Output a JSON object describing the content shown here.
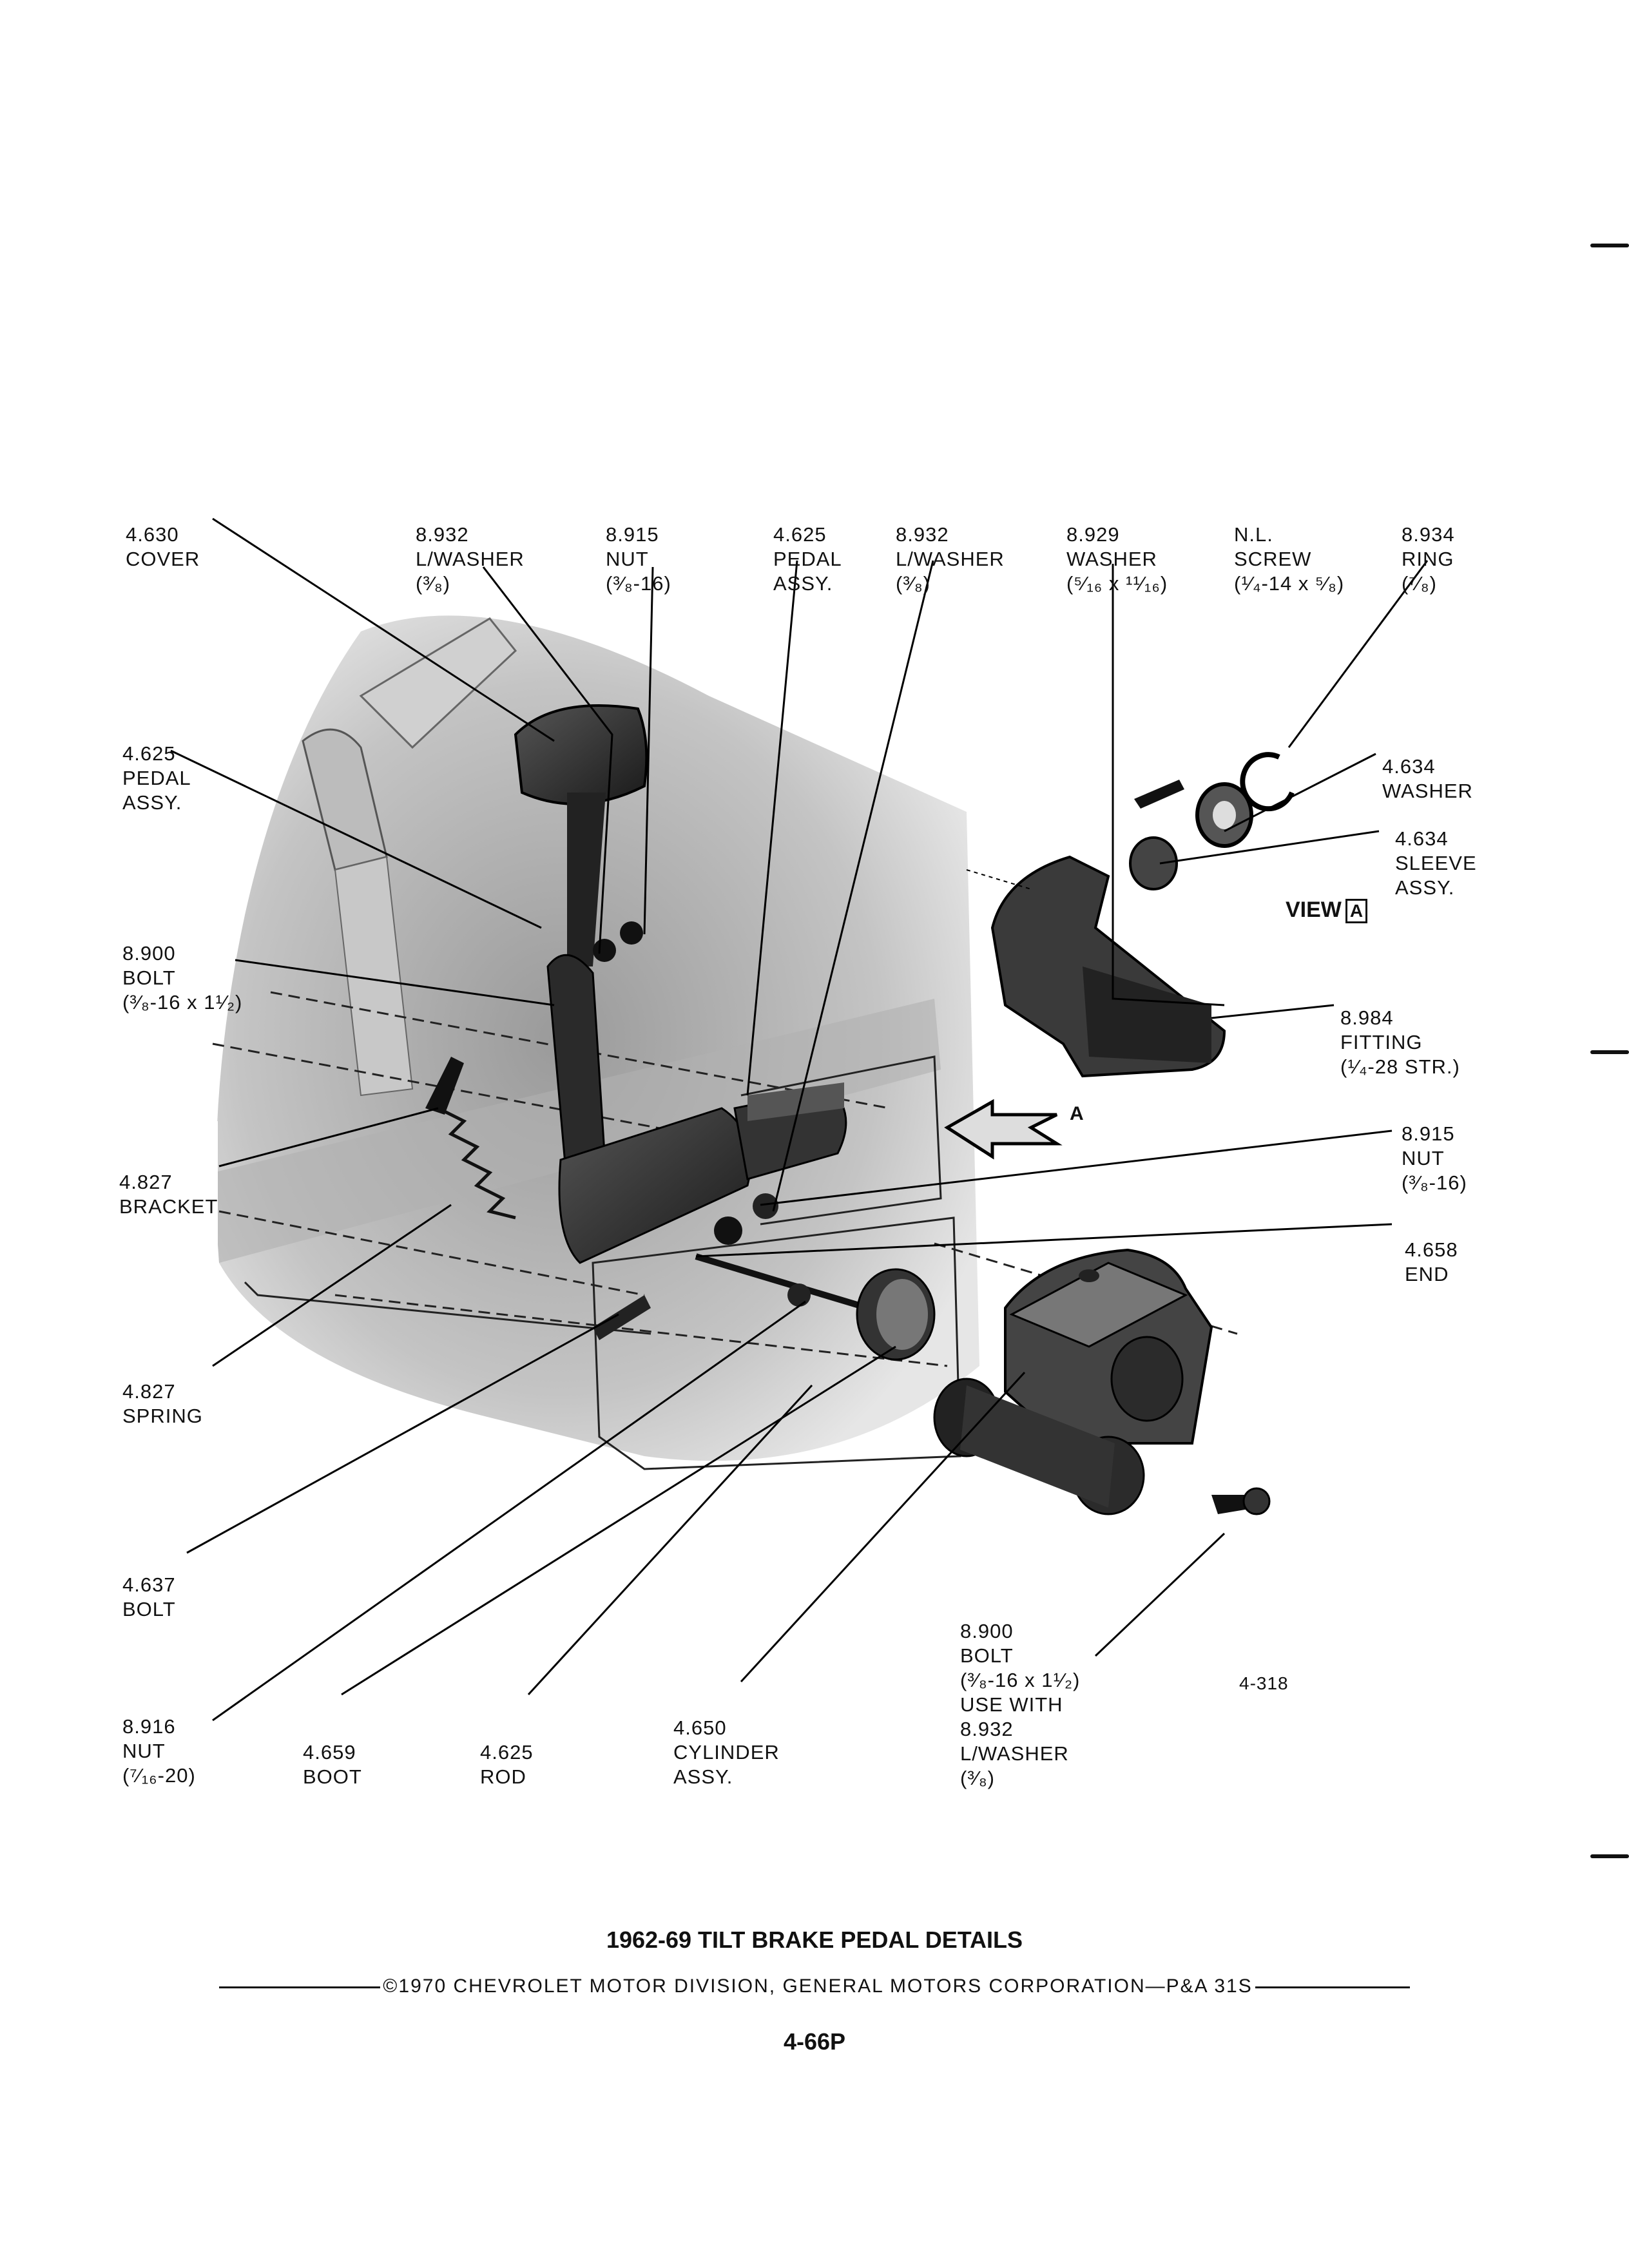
{
  "callouts": [
    {
      "id": "cover",
      "lines": [
        "4.630",
        "COVER"
      ]
    },
    {
      "id": "lwasher-top-1",
      "lines": [
        "8.932",
        "L/WASHER",
        "(³⁄₈)"
      ]
    },
    {
      "id": "nut-top",
      "lines": [
        "8.915",
        "NUT",
        "(³⁄₈-16)"
      ]
    },
    {
      "id": "pedal-assy-top",
      "lines": [
        "4.625",
        "PEDAL",
        "ASSY."
      ]
    },
    {
      "id": "lwasher-top-2",
      "lines": [
        "8.932",
        "L/WASHER",
        "(³⁄₈)"
      ]
    },
    {
      "id": "washer-top",
      "lines": [
        "8.929",
        "WASHER",
        "(⁵⁄₁₆ x ¹¹⁄₁₆)"
      ]
    },
    {
      "id": "screw-top",
      "lines": [
        "N.L.",
        "SCREW",
        "(¹⁄₄-14 x ⁵⁄₈)"
      ]
    },
    {
      "id": "ring-top",
      "lines": [
        "8.934",
        "RING",
        "(⁷⁄₈)"
      ]
    },
    {
      "id": "pedal-assy-left",
      "lines": [
        "4.625",
        "PEDAL",
        "ASSY."
      ]
    },
    {
      "id": "bolt-left",
      "lines": [
        "8.900",
        "BOLT",
        "(³⁄₈-16 x 1¹⁄₂)"
      ]
    },
    {
      "id": "bracket-left",
      "lines": [
        "4.827",
        "BRACKET"
      ]
    },
    {
      "id": "spring-left",
      "lines": [
        "4.827",
        "SPRING"
      ]
    },
    {
      "id": "bolt-lower-left",
      "lines": [
        "4.637",
        "BOLT"
      ]
    },
    {
      "id": "nut-bottom",
      "lines": [
        "8.916",
        "NUT",
        "(⁷⁄₁₆-20)"
      ]
    },
    {
      "id": "boot-bottom",
      "lines": [
        "4.659",
        "BOOT"
      ]
    },
    {
      "id": "rod-bottom",
      "lines": [
        "4.625",
        "ROD"
      ]
    },
    {
      "id": "cylinder-bottom",
      "lines": [
        "4.650",
        "CYLINDER",
        "ASSY."
      ]
    },
    {
      "id": "bolt-bottom",
      "lines": [
        "8.900",
        "BOLT",
        "(³⁄₈-16 x 1¹⁄₂)",
        "USE WITH",
        "8.932",
        "L/WASHER",
        "(³⁄₈)"
      ]
    },
    {
      "id": "washer-right",
      "lines": [
        "4.634",
        "WASHER"
      ]
    },
    {
      "id": "sleeve-right",
      "lines": [
        "4.634",
        "SLEEVE",
        "ASSY."
      ]
    },
    {
      "id": "fitting-right",
      "lines": [
        "8.984",
        "FITTING",
        "(¹⁄₄-28 STR.)"
      ]
    },
    {
      "id": "nut-right",
      "lines": [
        "8.915",
        "NUT",
        "(³⁄₈-16)"
      ]
    },
    {
      "id": "end-right",
      "lines": [
        "4.658",
        "END"
      ]
    }
  ],
  "view_label": "VIEW",
  "view_letter": "A",
  "arrow_letter": "A",
  "figure_number": "4-318",
  "title": "1962-69 TILT BRAKE PEDAL DETAILS",
  "copyright": "©1970 CHEVROLET MOTOR DIVISION, GENERAL MOTORS CORPORATION—P&A 31S",
  "page_number": "4-66P"
}
